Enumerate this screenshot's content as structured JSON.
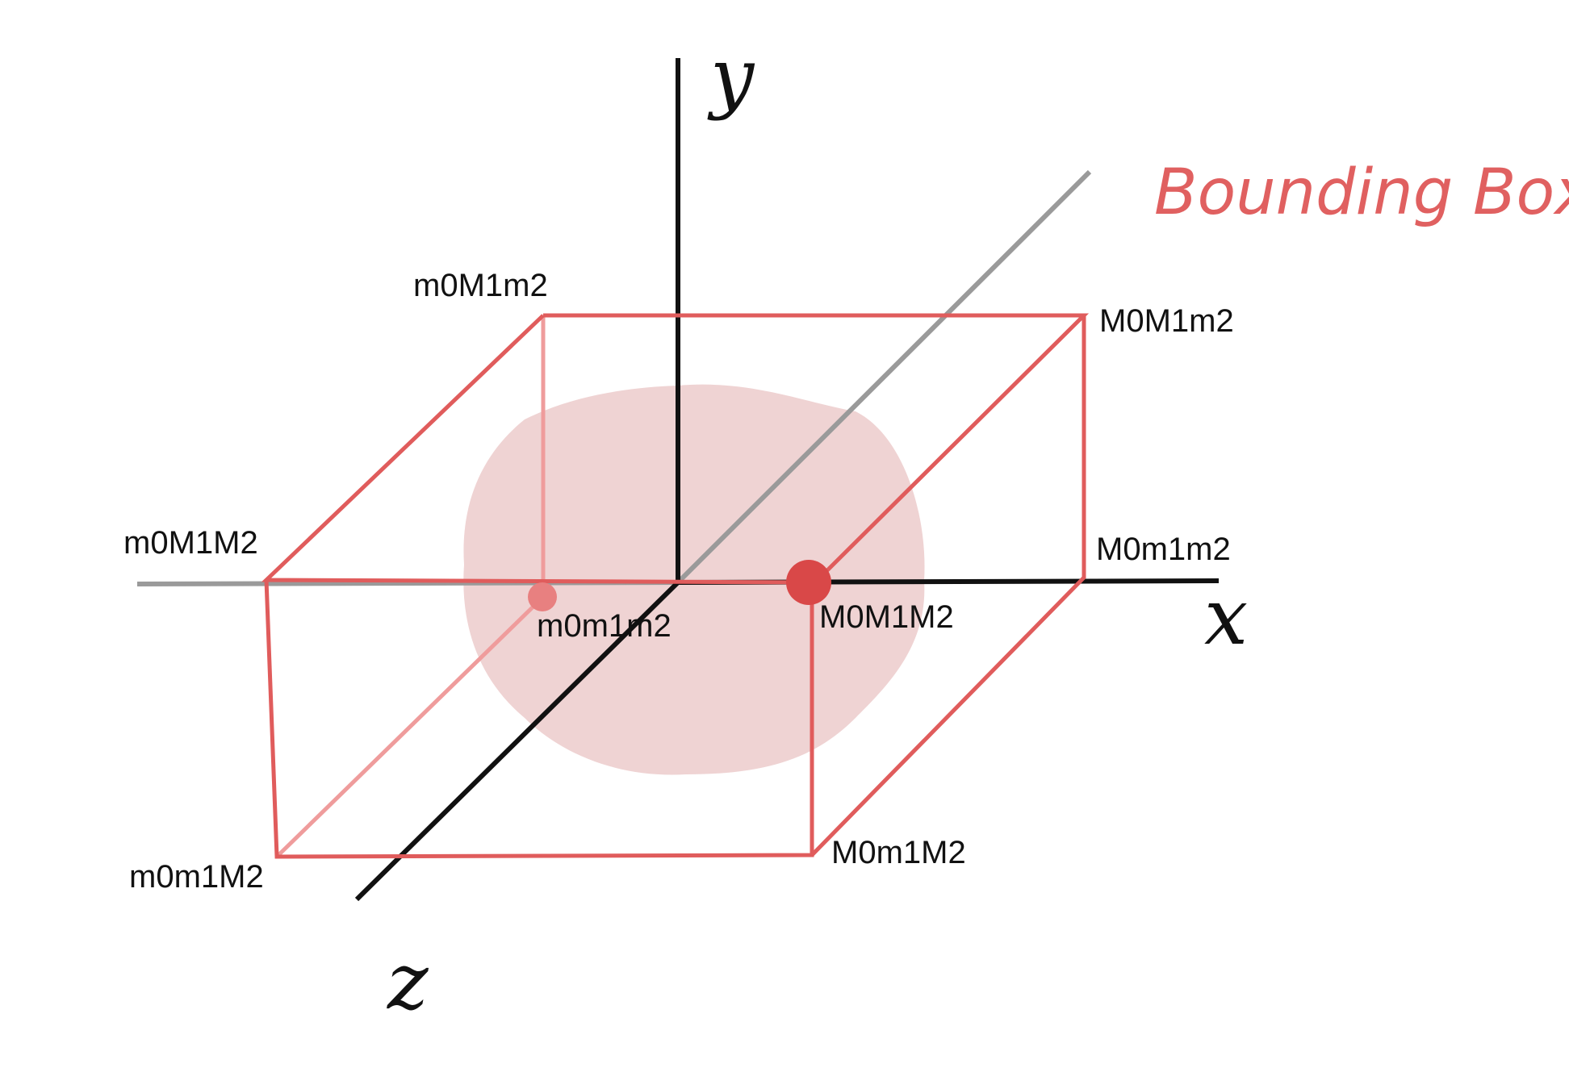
{
  "title": "Bounding Box",
  "axes": {
    "x": "x",
    "y": "y",
    "z": "z"
  },
  "corners": {
    "m0M1m2": "m0M1m2",
    "M0M1m2": "M0M1m2",
    "m0M1M2": "m0M1M2",
    "M0m1m2": "M0m1m2",
    "m0m1m2": "m0m1m2",
    "M0M1M2": "M0M1M2",
    "m0m1M2": "m0m1M2",
    "M0m1M2": "M0m1M2"
  },
  "colors": {
    "box": "#e05c5c",
    "box_hidden": "#ef9c9c",
    "blob": "#efd3d3",
    "axis": "#111111",
    "axis_hidden": "#9a9a9a",
    "point_max": "#d94848",
    "point_min": "#e88080",
    "title": "#e06060"
  }
}
